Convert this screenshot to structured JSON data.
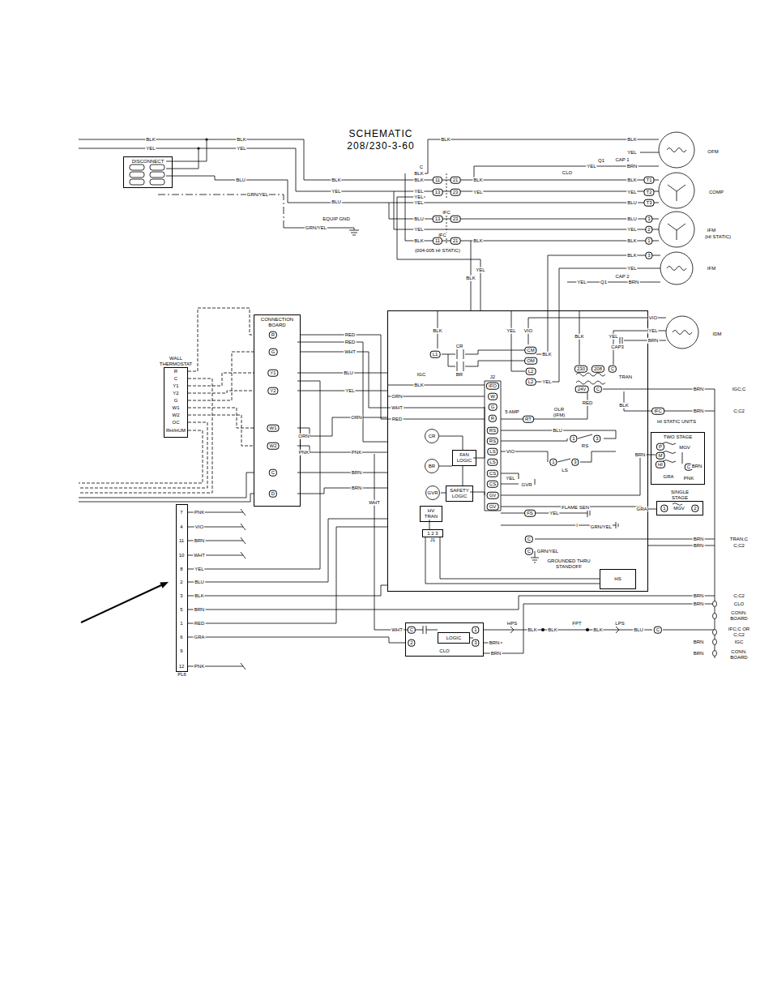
{
  "diagram": {
    "title": "SCHEMATIC 208/230-3-60",
    "nodes": [
      {
        "text": [
          "DISCONNECT"
        ]
      },
      {
        "text": [
          "WALL THERMOSTAT"
        ]
      },
      {
        "text": [
          "CONNECTION BOARD"
        ]
      },
      {
        "text": [
          "IGC"
        ]
      },
      {
        "text": [
          "CR"
        ],
        "in": 3
      },
      {
        "text": [
          "BR"
        ],
        "in": 3
      },
      {
        "text": [
          "FAN LOGIC"
        ],
        "in": 3
      },
      {
        "text": [
          "GVR"
        ],
        "in": 3
      },
      {
        "text": [
          "SAFETY LOGIC"
        ],
        "in": 3
      },
      {
        "text": [
          "HV TRAN"
        ],
        "in": 3
      },
      {
        "text": [
          "J1"
        ],
        "in": 3
      },
      {
        "text": [
          "HS"
        ],
        "in": 3
      },
      {
        "text": [
          "TWO STAGE"
        ]
      },
      {
        "text": [
          "SINGLE STAGE"
        ]
      },
      {
        "text": [
          "PL6"
        ]
      },
      {
        "text": [
          "CLO"
        ]
      },
      {
        "text": [
          "LOGIC"
        ],
        "in": 15
      }
    ],
    "edges": [
      {
        "from": 1,
        "to": 2,
        "arrow": "none"
      },
      {
        "from": 2,
        "to": 3,
        "label": "RED",
        "arrow": "none"
      },
      {
        "from": 2,
        "to": 3,
        "label": "WHT",
        "arrow": "none"
      },
      {
        "from": 14,
        "to": 3,
        "arrow": "none"
      },
      {
        "from": 14,
        "to": 15,
        "label": "GRA",
        "arrow": "none"
      },
      {
        "from": 7,
        "to": 8,
        "arrow": "none"
      }
    ],
    "labels": [
      "BLK",
      "BLK",
      "YEL",
      "YEL",
      "BLU",
      "GRN/YEL",
      "EQUIP GND",
      "GRN/YEL",
      "BLK",
      "YEL",
      "BLU",
      "C",
      "BLK",
      "BLK",
      "YEL",
      "YEL",
      "YEL",
      "11",
      "21",
      "13",
      "23",
      "BLK",
      "YEL",
      "CLO",
      "BLK",
      "BLK",
      "YEL",
      "BRN",
      "Q1",
      "CAP 1",
      "YEL",
      "OFM",
      "BLK",
      "T1",
      "YEL",
      "T2",
      "BLU",
      "T3",
      "COMP",
      "BLU",
      "13",
      "23",
      "IFC",
      "YEL",
      "IFC",
      "BLK",
      "11",
      "21",
      "BLK",
      "(004-005 HI STATIC)",
      "BLU",
      "3",
      "YEL",
      "2",
      "BLK",
      "1",
      "IFM",
      "(HI STATIC)",
      "BLK",
      "3",
      "YEL",
      "YEL",
      "Q1",
      "CAP 2",
      "BRN",
      "IFM",
      "YEL",
      "BLK",
      "VIO",
      "YEL",
      "BRN",
      "CAP3",
      "IDM",
      "BLK",
      "YEL",
      "VIO",
      "BLK",
      "YEL",
      "L1",
      "CR",
      "BR",
      "CM",
      "OM",
      "L2",
      "L2",
      "BLK",
      "YEL",
      "230",
      "208",
      "C",
      "TRAN",
      "24V",
      "C",
      "RED",
      "BRN",
      "IGC;C",
      "J2",
      "IFO",
      "W",
      "G",
      "R",
      "RS",
      "RS",
      "LS",
      "LS",
      "CS",
      "CS",
      "GV",
      "GV",
      "BLK",
      "ORN",
      "WHT",
      "RED",
      "5 AMP",
      "RT",
      "OLR",
      "(IFM)",
      "BLU",
      "1",
      "3",
      "RS",
      "VIO",
      "1",
      "3",
      "LS",
      "YEL",
      "GVR",
      "FS",
      "YEL",
      "FLAME SEN",
      "I",
      "GRN/YEL",
      "C",
      "C",
      "GRN/YEL",
      "GROUNDED THRU STANDOFF",
      "1 2 3",
      "MGV",
      "P",
      "M",
      "HI",
      "C",
      "BRN",
      "BRN",
      "GRA",
      "PNK",
      "MGV",
      "1",
      "2",
      "GRA",
      "BLK",
      "IFC",
      "BRN",
      "C;C2",
      "HI STATIC UNITS",
      "BRN",
      "TRAN;C",
      "BRN",
      "C;C2",
      "BRN",
      "C;C2",
      "BRN",
      "CLO",
      "CONN. BOARD",
      "IFC;C OR C;C2",
      "BRN",
      "IGC",
      "BRN",
      "CONN. BOARD",
      "WHT",
      "C",
      "2",
      "1",
      "3",
      "BRN",
      "BRN",
      "HPS",
      "BLK",
      "BLK",
      "FPT",
      "BLK",
      "LPS",
      "BLU",
      "C",
      "7",
      "4",
      "11",
      "10",
      "8",
      "2",
      "3",
      "5",
      "1",
      "6",
      "9",
      "12",
      "PNK",
      "VIO",
      "BRN",
      "WHT",
      "YEL",
      "BLU",
      "BLK",
      "BRN",
      "RED",
      "PNK",
      "R",
      "G",
      "Y1",
      "Y2",
      "W1",
      "W2",
      "C",
      "D",
      "RED",
      "BLU",
      "YEL",
      "ORN",
      "ORN",
      "PNK",
      "PNK",
      "BRN",
      "BRN",
      "WHT",
      "R",
      "C",
      "Y1",
      "Y2",
      "G",
      "W1",
      "W2",
      "OC",
      "RH/HUM"
    ]
  }
}
